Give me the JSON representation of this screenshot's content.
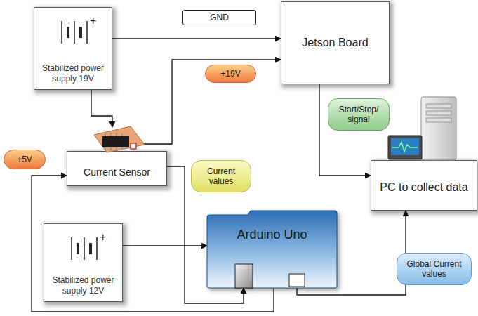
{
  "diagram": {
    "nodes": [
      {
        "text": [
          "Stabilized power supply 19V"
        ]
      },
      {
        "text": [
          "Jetson Board"
        ]
      },
      {
        "text": [
          "Current Sensor"
        ]
      },
      {
        "text": [
          "PC to collect data"
        ]
      },
      {
        "text": [
          "Stabilized power supply 12V"
        ]
      },
      {
        "text": [
          "Arduino Uno"
        ]
      }
    ],
    "edges": [
      {
        "from": 0,
        "to": 1,
        "label": "GND",
        "arrow": "to"
      },
      {
        "from": 0,
        "to": 2,
        "arrow": "to"
      },
      {
        "from": 2,
        "to": 1,
        "label": "+19V",
        "arrow": "to"
      },
      {
        "from": 1,
        "to": 3,
        "label": "Start/Stop/ signal",
        "arrow": "to"
      },
      {
        "from": 2,
        "to": 5,
        "label": "Current values",
        "arrow": "to"
      },
      {
        "from": 4,
        "to": 5,
        "arrow": "to"
      },
      {
        "from": 5,
        "to": 2,
        "label": "+5V",
        "arrow": "to"
      },
      {
        "from": 5,
        "to": 3,
        "label": "Global Current values",
        "arrow": "to"
      }
    ],
    "labels": [
      "+",
      "+"
    ]
  }
}
